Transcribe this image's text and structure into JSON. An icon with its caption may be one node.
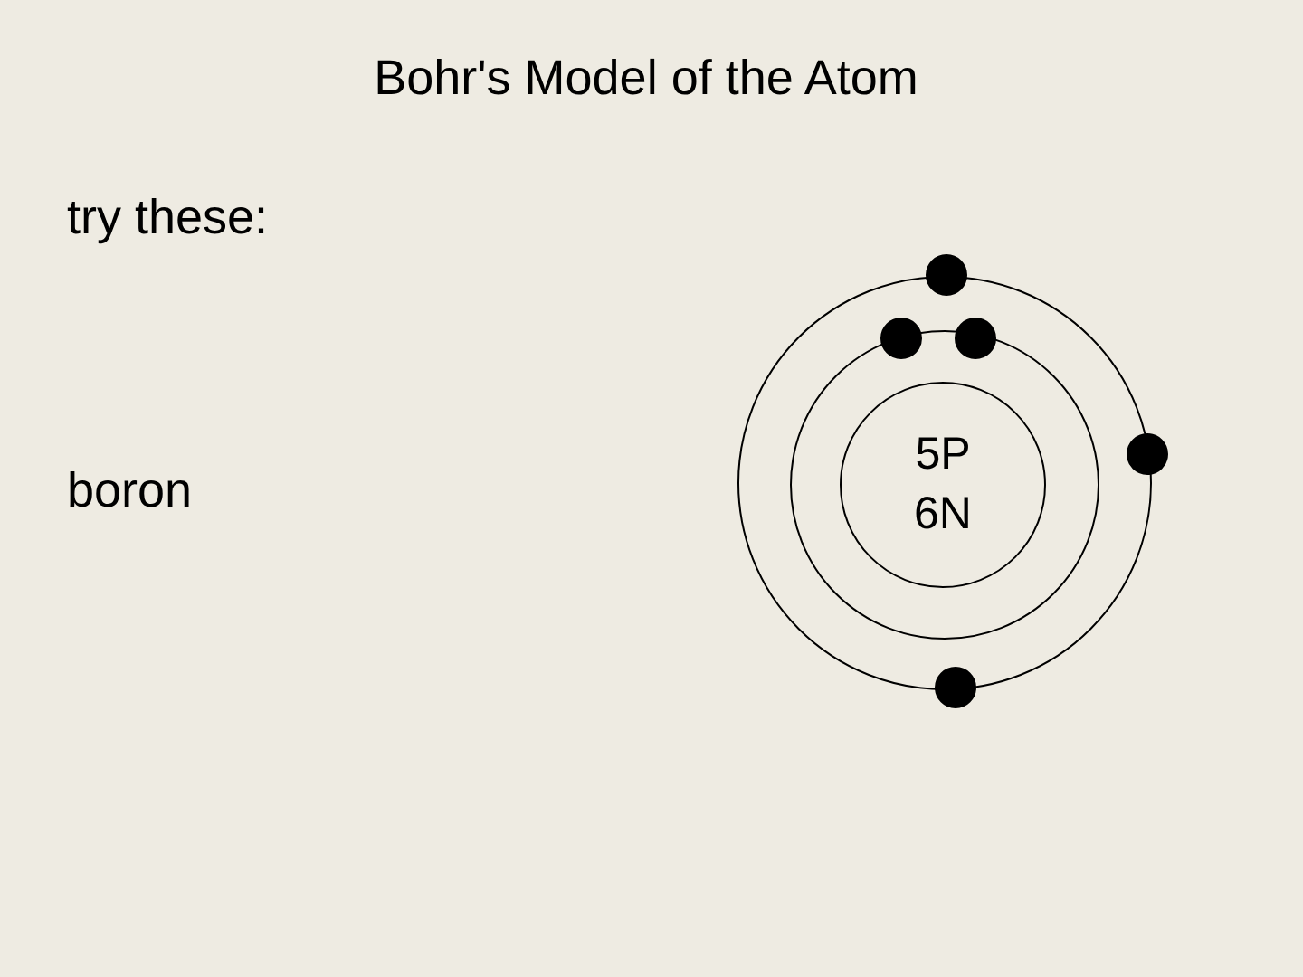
{
  "diagram": {
    "title": "Bohr's Model of the Atom",
    "nodes": [
      {
        "text": [
          "5P",
          "6N"
        ]
      }
    ],
    "edges": [],
    "labels": [
      "try these:",
      "boron"
    ]
  }
}
